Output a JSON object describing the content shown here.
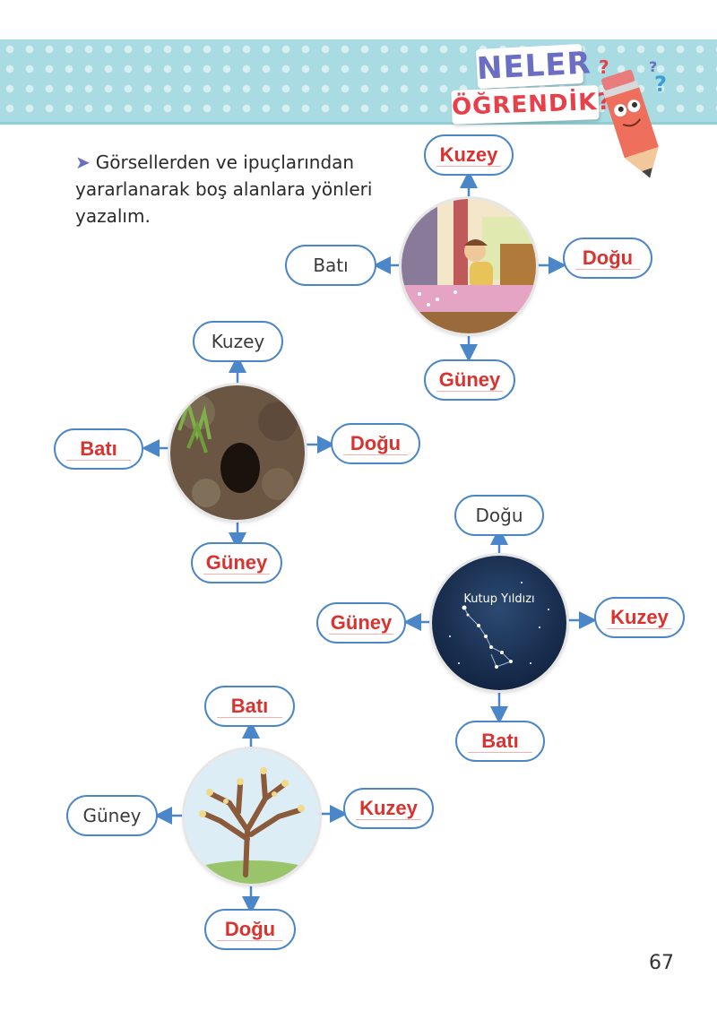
{
  "header": {
    "title_top": "NELER",
    "title_bottom": "ÖĞRENDİK?"
  },
  "instruction": {
    "text": "Görsellerden ve ipuçlarından yararlanarak boş alanlara yönleri yazalım."
  },
  "diagrams": {
    "bedroom": {
      "north": "Kuzey",
      "west": "Batı",
      "east": "Doğu",
      "south": "Güney"
    },
    "hole": {
      "north": "Kuzey",
      "west": "Batı",
      "east": "Doğu",
      "south": "Güney"
    },
    "star": {
      "caption": "Kutup Yıldızı",
      "north": "Doğu",
      "west": "Güney",
      "east": "Kuzey",
      "south": "Batı"
    },
    "tree": {
      "north": "Batı",
      "west": "Güney",
      "east": "Kuzey",
      "south": "Doğu"
    }
  },
  "page_number": "67",
  "colors": {
    "answer_red": "#d9322f",
    "box_border": "#4a86c8",
    "banner": "#a9dbe2"
  }
}
